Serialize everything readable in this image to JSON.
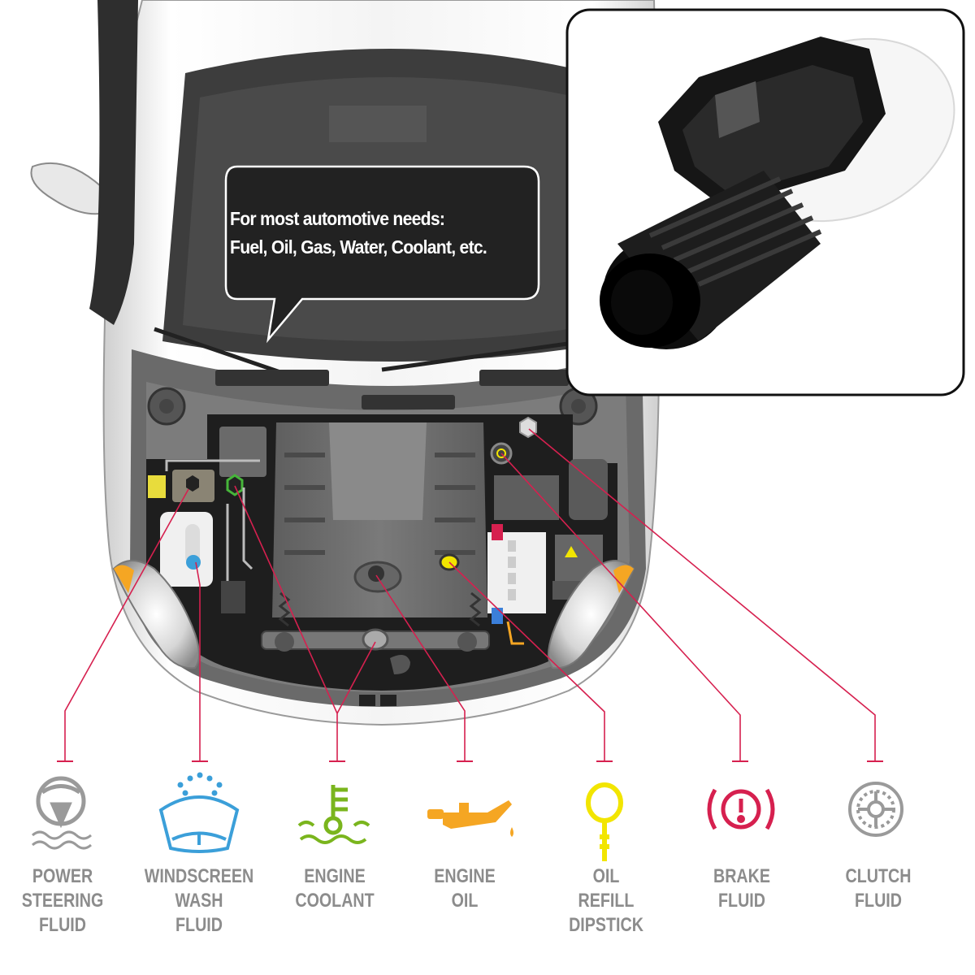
{
  "callout": {
    "line1": "For most automotive needs:",
    "line2": "Fuel, Oil, Gas, Water, Coolant, etc."
  },
  "colors": {
    "accent": "#d6204f",
    "label_gray": "#8c8c8c",
    "coolant_green": "#7ab51d",
    "washer_blue": "#3b9fd9",
    "oil_orange": "#f5a623",
    "dipstick_yellow": "#f2e500"
  },
  "fluids": [
    {
      "key": "power-steering",
      "icon": "steering-wheel-icon",
      "lines": [
        "POWER",
        "STEERING",
        "FLUID"
      ]
    },
    {
      "key": "windscreen-wash",
      "icon": "windscreen-washer-icon",
      "lines": [
        "WINDSCREEN",
        "WASH",
        "FLUID"
      ]
    },
    {
      "key": "engine-coolant",
      "icon": "coolant-thermometer-icon",
      "lines": [
        "ENGINE",
        "COOLANT"
      ]
    },
    {
      "key": "engine-oil",
      "icon": "oil-can-icon",
      "lines": [
        "ENGINE",
        "OIL"
      ]
    },
    {
      "key": "oil-dipstick",
      "icon": "dipstick-icon",
      "lines": [
        "OIL",
        "REFILL",
        "DIPSTICK"
      ]
    },
    {
      "key": "brake-fluid",
      "icon": "brake-warning-icon",
      "lines": [
        "BRAKE",
        "FLUID"
      ]
    },
    {
      "key": "clutch-fluid",
      "icon": "clutch-plate-icon",
      "lines": [
        "CLUTCH",
        "FLUID"
      ]
    }
  ]
}
